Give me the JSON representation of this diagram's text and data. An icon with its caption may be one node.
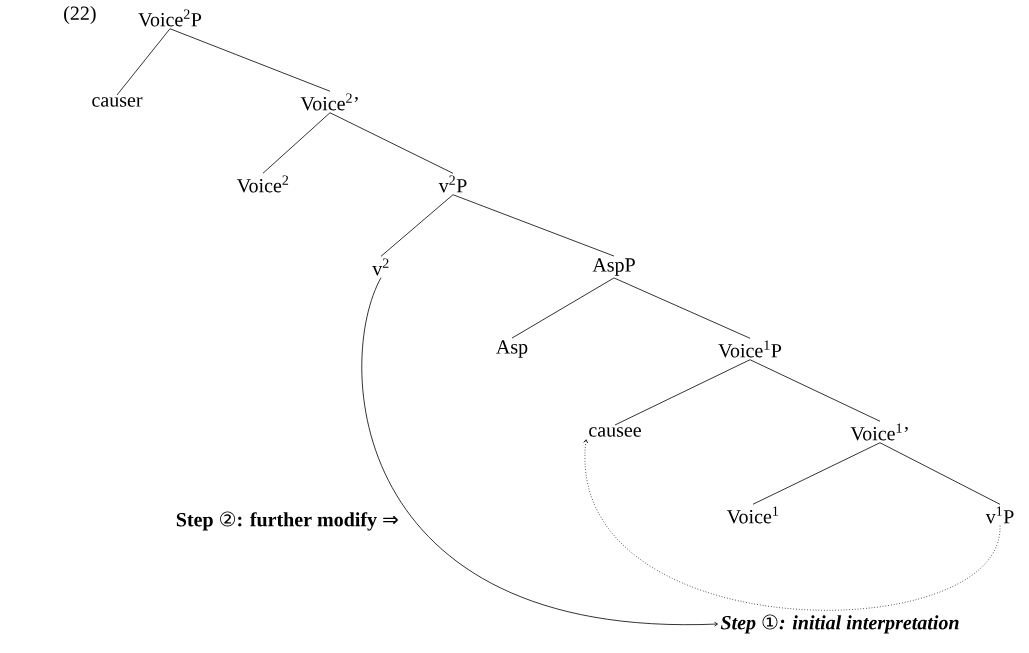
{
  "diagram": {
    "nodes": [
      {
        "text": [
          "Voice$^{2}$P"
        ]
      },
      {
        "text": [
          "causer"
        ]
      },
      {
        "text": [
          "Voice$^{2}$’"
        ]
      },
      {
        "text": [
          "Voice$^{2}$"
        ]
      },
      {
        "text": [
          "v$^{2}$P"
        ]
      },
      {
        "text": [
          "v$^{2}$"
        ]
      },
      {
        "text": [
          "AspP"
        ]
      },
      {
        "text": [
          "Asp"
        ]
      },
      {
        "text": [
          "Voice$^{1}$P"
        ]
      },
      {
        "text": [
          "causee"
        ]
      },
      {
        "text": [
          "Voice$^{1}$’"
        ]
      },
      {
        "text": [
          "Voice$^{1}$"
        ]
      },
      {
        "text": [
          "v$^{1}$P"
        ]
      },
      {
        "text": [
          "Step ①: initial interpretation"
        ]
      }
    ],
    "edges": [
      {
        "from": 0,
        "to": 1,
        "arrow": "none"
      },
      {
        "from": 0,
        "to": 2,
        "arrow": "none"
      },
      {
        "from": 2,
        "to": 3,
        "arrow": "none"
      },
      {
        "from": 2,
        "to": 4,
        "arrow": "none"
      },
      {
        "from": 4,
        "to": 5,
        "arrow": "none"
      },
      {
        "from": 4,
        "to": 6,
        "arrow": "none"
      },
      {
        "from": 6,
        "to": 7,
        "arrow": "none"
      },
      {
        "from": 6,
        "to": 8,
        "arrow": "none"
      },
      {
        "from": 8,
        "to": 9,
        "arrow": "none"
      },
      {
        "from": 8,
        "to": 10,
        "arrow": "none"
      },
      {
        "from": 10,
        "to": 11,
        "arrow": "none"
      },
      {
        "from": 10,
        "to": 12,
        "arrow": "none"
      },
      {
        "from": 5,
        "to": 13,
        "arrow": "to"
      },
      {
        "from": 12,
        "to": 9,
        "arrow": "to",
        "style": "dashed"
      }
    ],
    "labels": [
      "(22)",
      "Step ②: further modify ⇒"
    ]
  }
}
